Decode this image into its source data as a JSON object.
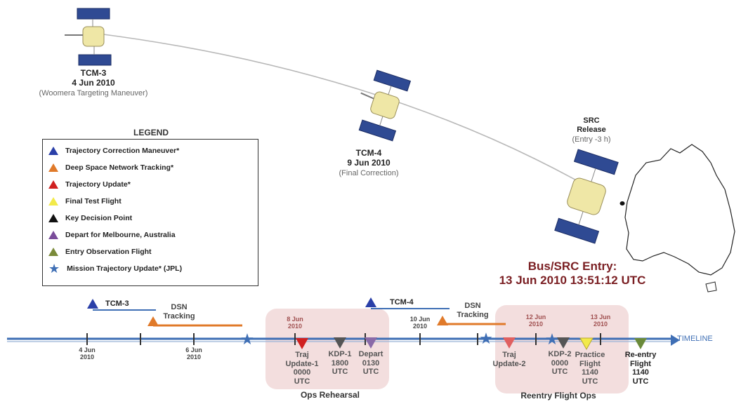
{
  "scene": {
    "tcm3": {
      "name": "TCM-3",
      "date": "4 Jun 2010",
      "desc": "(Woomera Targeting Maneuver)"
    },
    "tcm4": {
      "name": "TCM-4",
      "date": "9 Jun 2010",
      "desc": "(Final Correction)"
    },
    "src_release": {
      "line1": "SRC",
      "line2": "Release",
      "desc": "(Entry -3 h)"
    },
    "entry": {
      "line1": "Bus/SRC Entry:",
      "line2": "13 Jun 2010 13:51:12 UTC"
    }
  },
  "legend": {
    "title": "LEGEND",
    "items": [
      {
        "label": "Trajectory Correction Maneuver*",
        "shape": "triangle",
        "color": "#2a3fa8"
      },
      {
        "label": "Deep Space Network Tracking*",
        "shape": "triangle",
        "color": "#e07a2a"
      },
      {
        "label": "Trajectory Update*",
        "shape": "triangle",
        "color": "#d02020"
      },
      {
        "label": "Final Test Flight",
        "shape": "triangle",
        "color": "#f2ea4a"
      },
      {
        "label": "Key Decision Point",
        "shape": "triangle",
        "color": "#111111"
      },
      {
        "label": "Depart for Melbourne, Australia",
        "shape": "triangle",
        "color": "#7a4c9a"
      },
      {
        "label": "Entry Observation Flight",
        "shape": "triangle",
        "color": "#7a8a3a"
      },
      {
        "label": "Mission Trajectory Update* (JPL)",
        "shape": "star",
        "color": "#3f6fb5"
      }
    ]
  },
  "timeline": {
    "axis_label": "TIMELINE",
    "tcm3_label": "TCM-3",
    "tcm4_label": "TCM-4",
    "dsn1": {
      "line1": "DSN",
      "line2": "Tracking"
    },
    "dsn2": {
      "line1": "DSN",
      "line2": "Tracking"
    },
    "dates": {
      "d4": {
        "line1": "4 Jun",
        "line2": "2010"
      },
      "d6": {
        "line1": "6 Jun",
        "line2": "2010"
      },
      "d8": {
        "line1": "8 Jun",
        "line2": "2010"
      },
      "d10": {
        "line1": "10 Jun",
        "line2": "2010"
      },
      "d12": {
        "line1": "12 Jun",
        "line2": "2010"
      },
      "d13": {
        "line1": "13 Jun",
        "line2": "2010"
      }
    },
    "events": {
      "traj1": [
        "Traj",
        "Update-1",
        "0000",
        "UTC"
      ],
      "kdp1": [
        "KDP-1",
        "1800",
        "UTC"
      ],
      "depart": [
        "Depart",
        "0130",
        "UTC"
      ],
      "traj2": [
        "Traj",
        "Update-2"
      ],
      "kdp2": [
        "KDP-2",
        "0000",
        "UTC"
      ],
      "practice": [
        "Practice",
        "Flight",
        "1140",
        "UTC"
      ],
      "reentry": [
        "Re-entry",
        "Flight",
        "1140",
        "UTC"
      ]
    },
    "phases": {
      "ops": "Ops Rehearsal",
      "reentry": "Reentry Flight Ops"
    }
  },
  "colors": {
    "tcm": "#2a3fa8",
    "dsn": "#e07a2a",
    "traj": "#d02020",
    "kdp": "#555555",
    "depart": "#8a6aa8",
    "practice": "#f2ea4a",
    "reentry": "#6a8a3a",
    "star": "#3f6fb5",
    "entry_text": "#7a1e22"
  }
}
